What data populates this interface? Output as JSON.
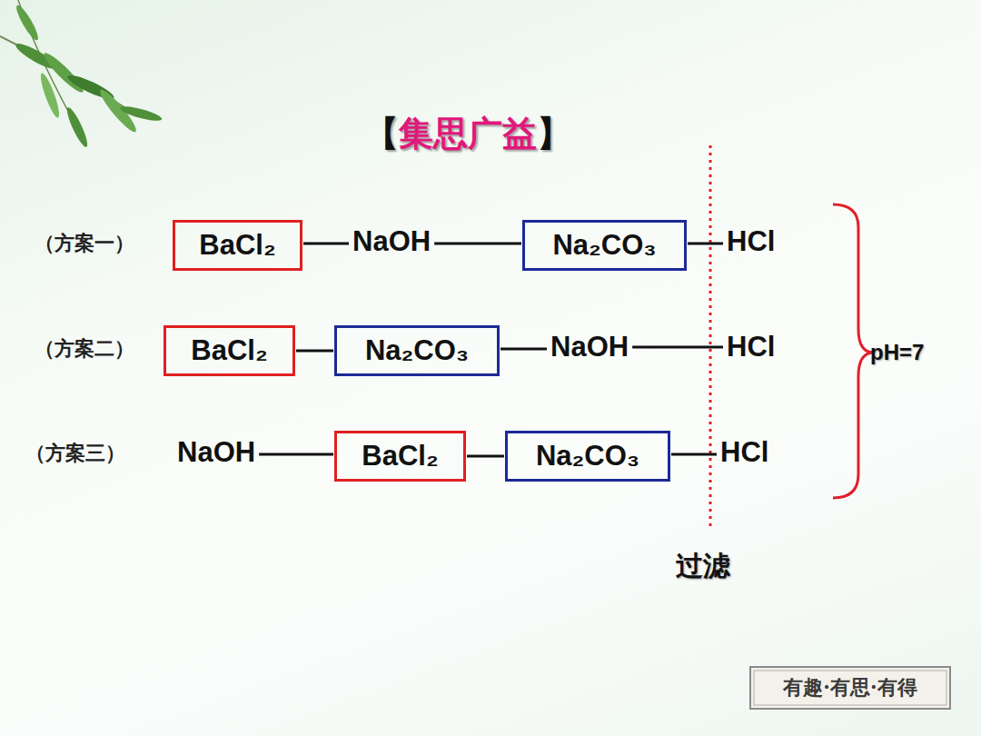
{
  "diagram": {
    "title": "【集思广益】",
    "nodes": [
      {
        "text": [
          "BaCl₂"
        ]
      },
      {
        "text": [
          "NaOH"
        ]
      },
      {
        "text": [
          "Na₂CO₃"
        ]
      },
      {
        "text": [
          "HCl"
        ]
      },
      {
        "text": [
          "BaCl₂"
        ]
      },
      {
        "text": [
          "Na₂CO₃"
        ]
      },
      {
        "text": [
          "NaOH"
        ]
      },
      {
        "text": [
          "HCl"
        ]
      },
      {
        "text": [
          "NaOH"
        ]
      },
      {
        "text": [
          "BaCl₂"
        ]
      },
      {
        "text": [
          "Na₂CO₃"
        ]
      },
      {
        "text": [
          "HCl"
        ]
      }
    ],
    "edges": [
      {
        "from": 0,
        "to": 1,
        "arrow": "none"
      },
      {
        "from": 1,
        "to": 2,
        "arrow": "none"
      },
      {
        "from": 2,
        "to": 3,
        "arrow": "none"
      },
      {
        "from": 4,
        "to": 5,
        "arrow": "none"
      },
      {
        "from": 5,
        "to": 6,
        "arrow": "none"
      },
      {
        "from": 6,
        "to": 7,
        "arrow": "none"
      },
      {
        "from": 8,
        "to": 9,
        "arrow": "none"
      },
      {
        "from": 9,
        "to": 10,
        "arrow": "none"
      },
      {
        "from": 10,
        "to": 11,
        "arrow": "none"
      }
    ],
    "labels": [
      "（方案一）",
      "（方案二）",
      "（方案三）",
      "pH=7",
      "过滤",
      "有趣·有思·有得"
    ]
  }
}
